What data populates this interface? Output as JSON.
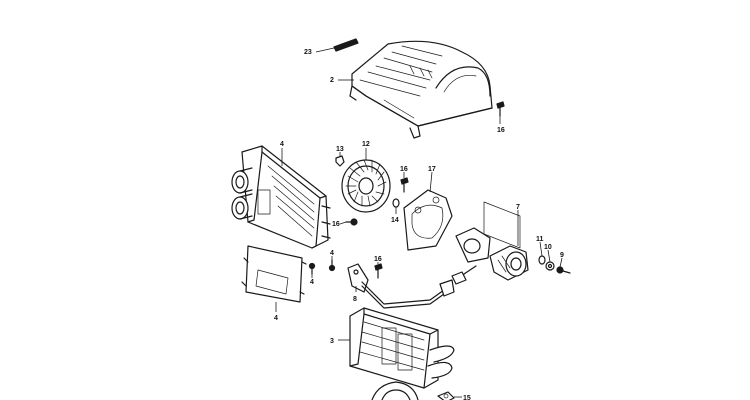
{
  "callouts": {
    "c23": "23",
    "c2": "2",
    "c16a": "16",
    "c4a": "4",
    "c13": "13",
    "c12": "12",
    "c16b": "16",
    "c17": "17",
    "c16c": "16",
    "c14": "14",
    "c7": "7",
    "c11": "11",
    "c10": "10",
    "c9": "9",
    "c16d": "16",
    "c4b": "4",
    "c4c": "4",
    "c8": "8",
    "c4d": "4",
    "c3": "3",
    "c15": "15"
  }
}
